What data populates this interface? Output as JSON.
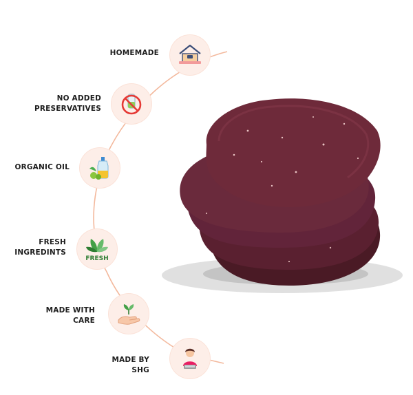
{
  "colors": {
    "badge_bg": "#fdeee8",
    "arc": "#f3b89c",
    "papad_dark": "#4a1a25",
    "papad_main": "#6e2a3a",
    "papad_light": "#84384a"
  },
  "features": [
    {
      "line1": "HOMEMADE",
      "line2": "",
      "icon": "house-icon"
    },
    {
      "line1": "NO ADDED",
      "line2": "PRESERVATIVES",
      "icon": "no-preservatives-icon"
    },
    {
      "line1": "ORGANIC OIL",
      "line2": "",
      "icon": "oil-bottle-icon"
    },
    {
      "line1": "FRESH",
      "line2": "INGREDINTS",
      "icon": "fresh-leaves-icon"
    },
    {
      "line1": "MADE WITH",
      "line2": "CARE",
      "icon": "hand-plant-icon"
    },
    {
      "line1": "MADE BY",
      "line2": "SHG",
      "icon": "woman-icon"
    }
  ],
  "fresh_icon_text": "FRESH"
}
